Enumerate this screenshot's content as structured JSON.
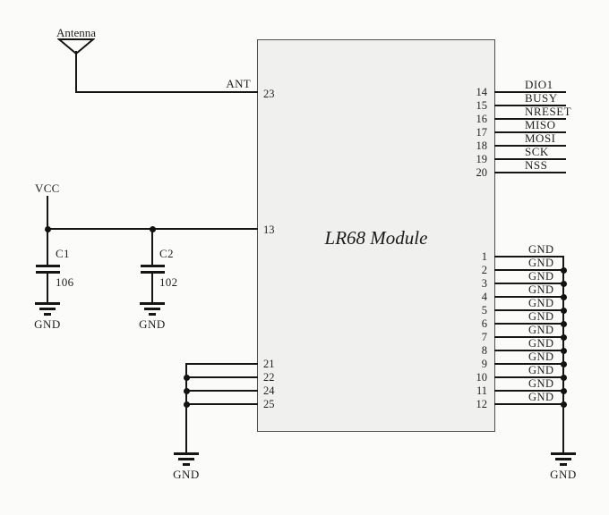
{
  "colors": {
    "background": "#fbfbf9",
    "module_fill": "#f0f0ee",
    "module_border": "#4f4f4f",
    "wire": "#151515",
    "text": "#1f1f1f"
  },
  "antenna": {
    "label": "Antenna"
  },
  "power": {
    "vcc_label": "VCC",
    "capacitors": [
      {
        "ref": "C1",
        "value": "106",
        "gnd_label": "GND"
      },
      {
        "ref": "C2",
        "value": "102",
        "gnd_label": "GND"
      }
    ]
  },
  "module": {
    "name": "LR68 Module",
    "ant_pin": {
      "number": "23",
      "label": "ANT"
    },
    "vcc_pin": {
      "number": "13"
    },
    "right_top_pins": [
      {
        "number": "14",
        "label": "DIO1"
      },
      {
        "number": "15",
        "label": "BUSY"
      },
      {
        "number": "16",
        "label": "NRESET"
      },
      {
        "number": "17",
        "label": "MISO"
      },
      {
        "number": "18",
        "label": "MOSI"
      },
      {
        "number": "19",
        "label": "SCK"
      },
      {
        "number": "20",
        "label": "NSS"
      }
    ],
    "right_bottom_pins": [
      {
        "number": "1",
        "label": "GND"
      },
      {
        "number": "2",
        "label": "GND"
      },
      {
        "number": "3",
        "label": "GND"
      },
      {
        "number": "4",
        "label": "GND"
      },
      {
        "number": "5",
        "label": "GND"
      },
      {
        "number": "6",
        "label": "GND"
      },
      {
        "number": "7",
        "label": "GND"
      },
      {
        "number": "8",
        "label": "GND"
      },
      {
        "number": "9",
        "label": "GND"
      },
      {
        "number": "10",
        "label": "GND"
      },
      {
        "number": "11",
        "label": "GND"
      },
      {
        "number": "12",
        "label": "GND"
      }
    ],
    "left_bottom_pins": [
      {
        "number": "21"
      },
      {
        "number": "22"
      },
      {
        "number": "24"
      },
      {
        "number": "25"
      }
    ]
  },
  "grounds": {
    "bottom_left": "GND",
    "bottom_right": "GND"
  }
}
